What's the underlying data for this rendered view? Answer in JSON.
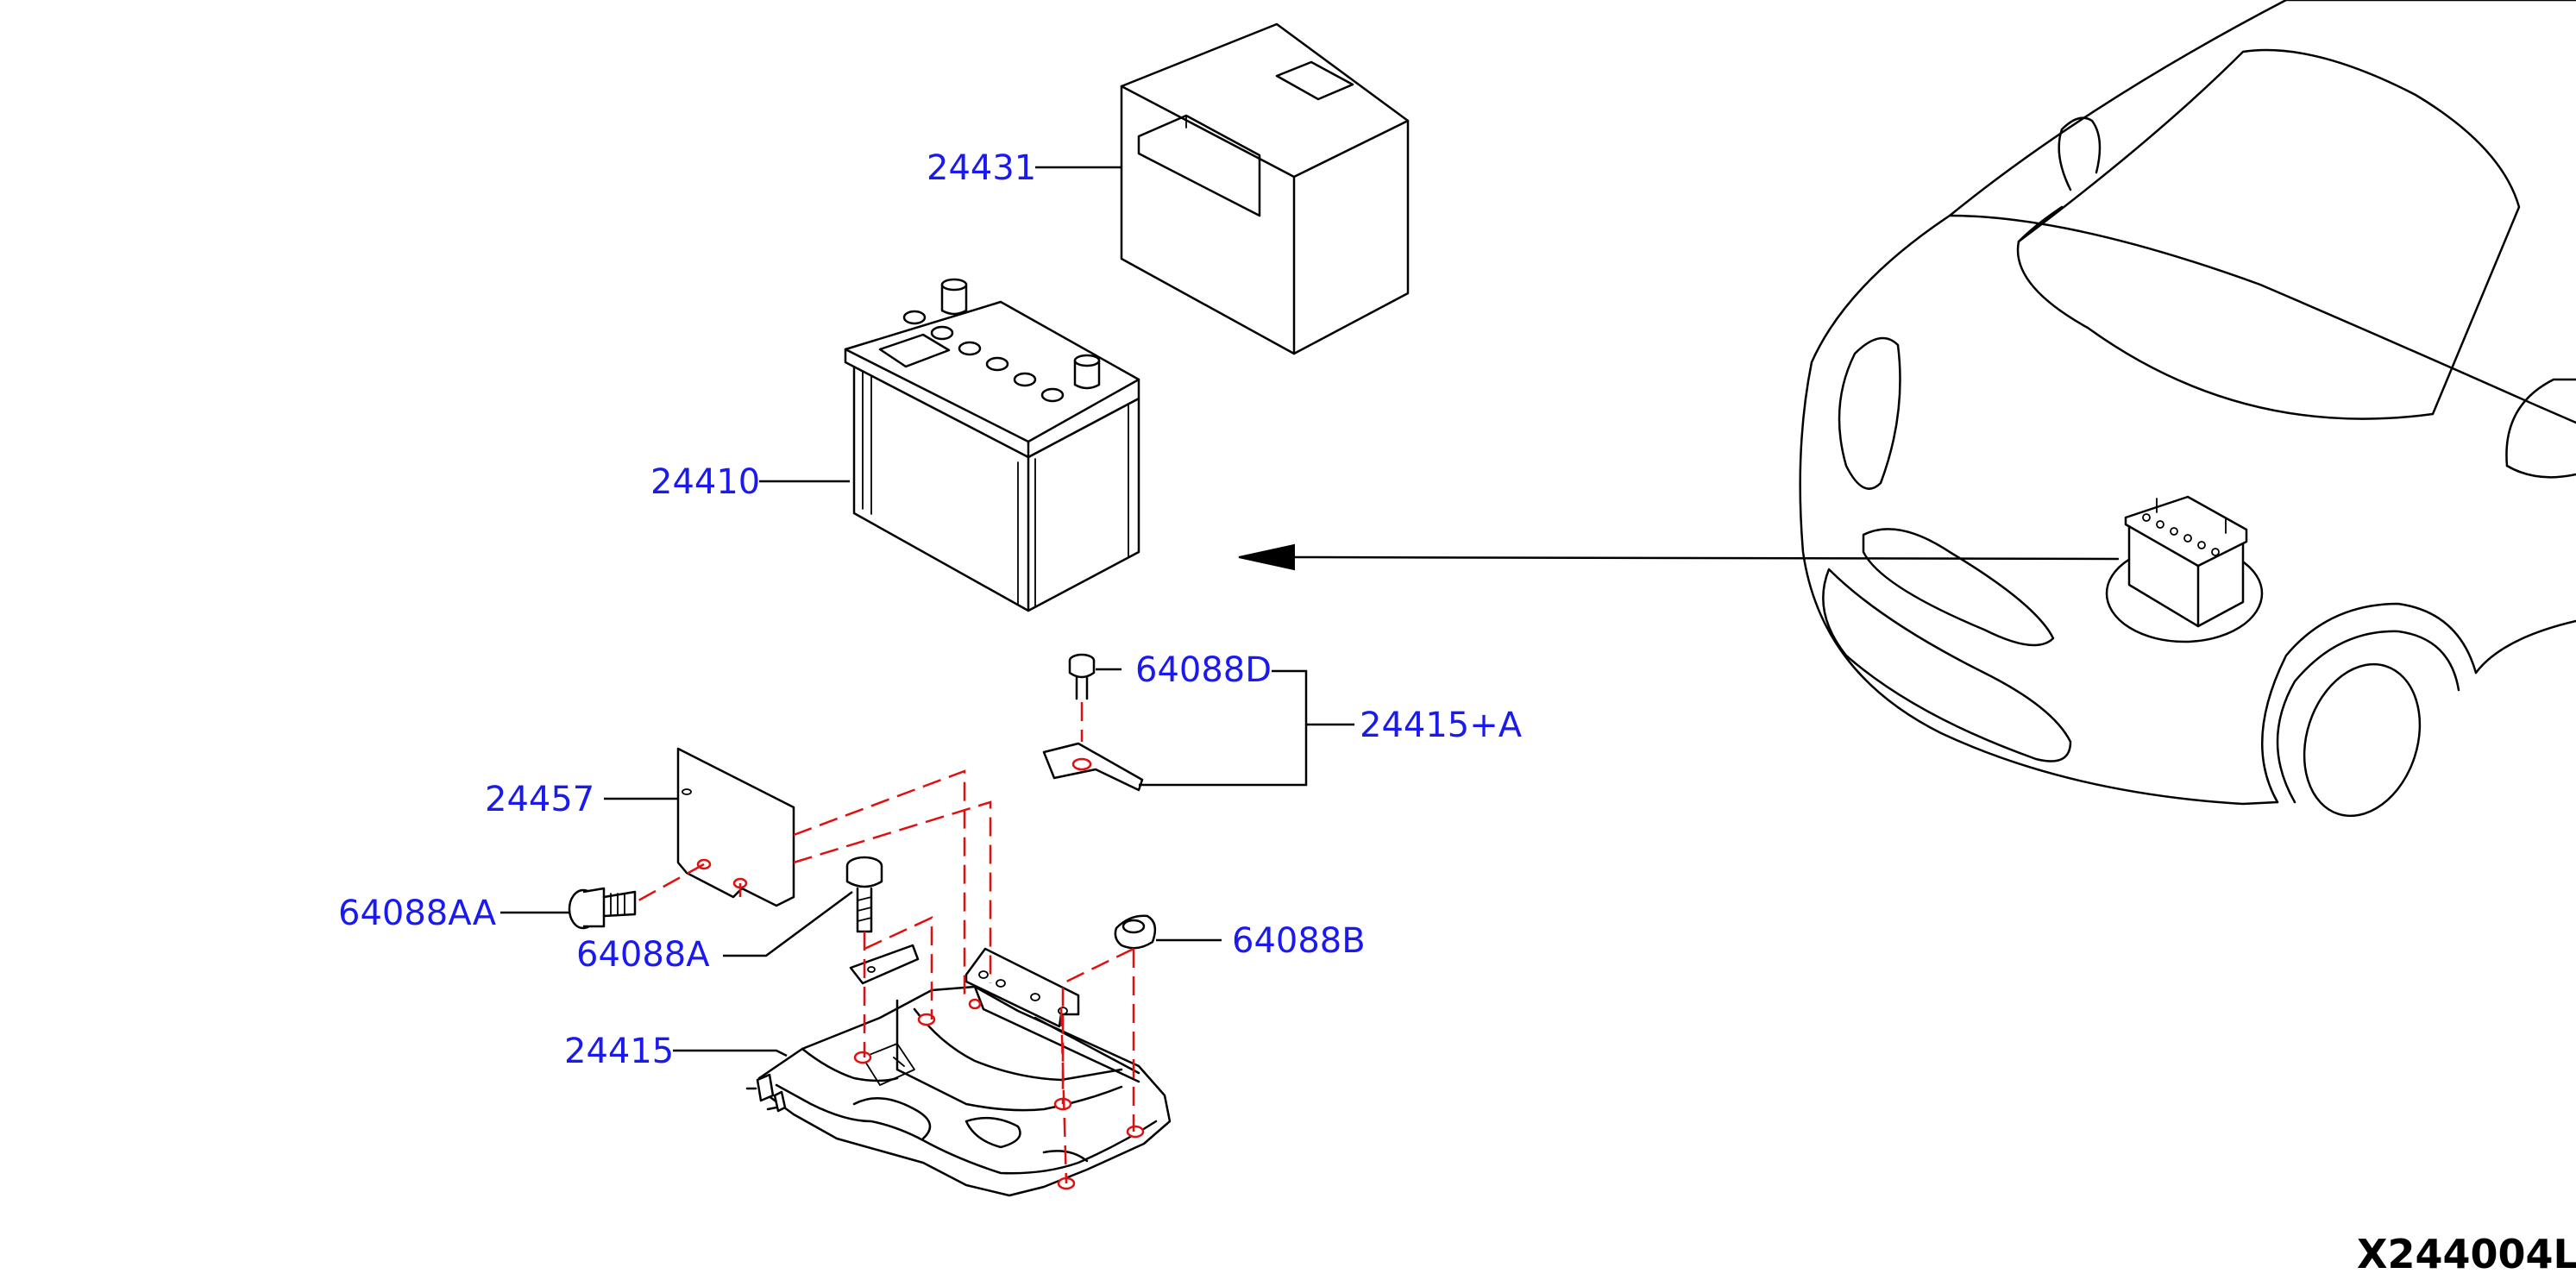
{
  "labels": {
    "p24431": "24431",
    "p24410": "24410",
    "p64088d": "64088D",
    "p24415a": "24415+A",
    "p24457": "24457",
    "p64088aa": "64088AA",
    "p64088a": "64088A",
    "p64088b": "64088B",
    "p24415": "24415"
  },
  "ref_code": "X244004L",
  "colors": {
    "label": "#1a1af0",
    "dashed_line": "#e01010",
    "line": "#000000",
    "background": "#ffffff"
  }
}
